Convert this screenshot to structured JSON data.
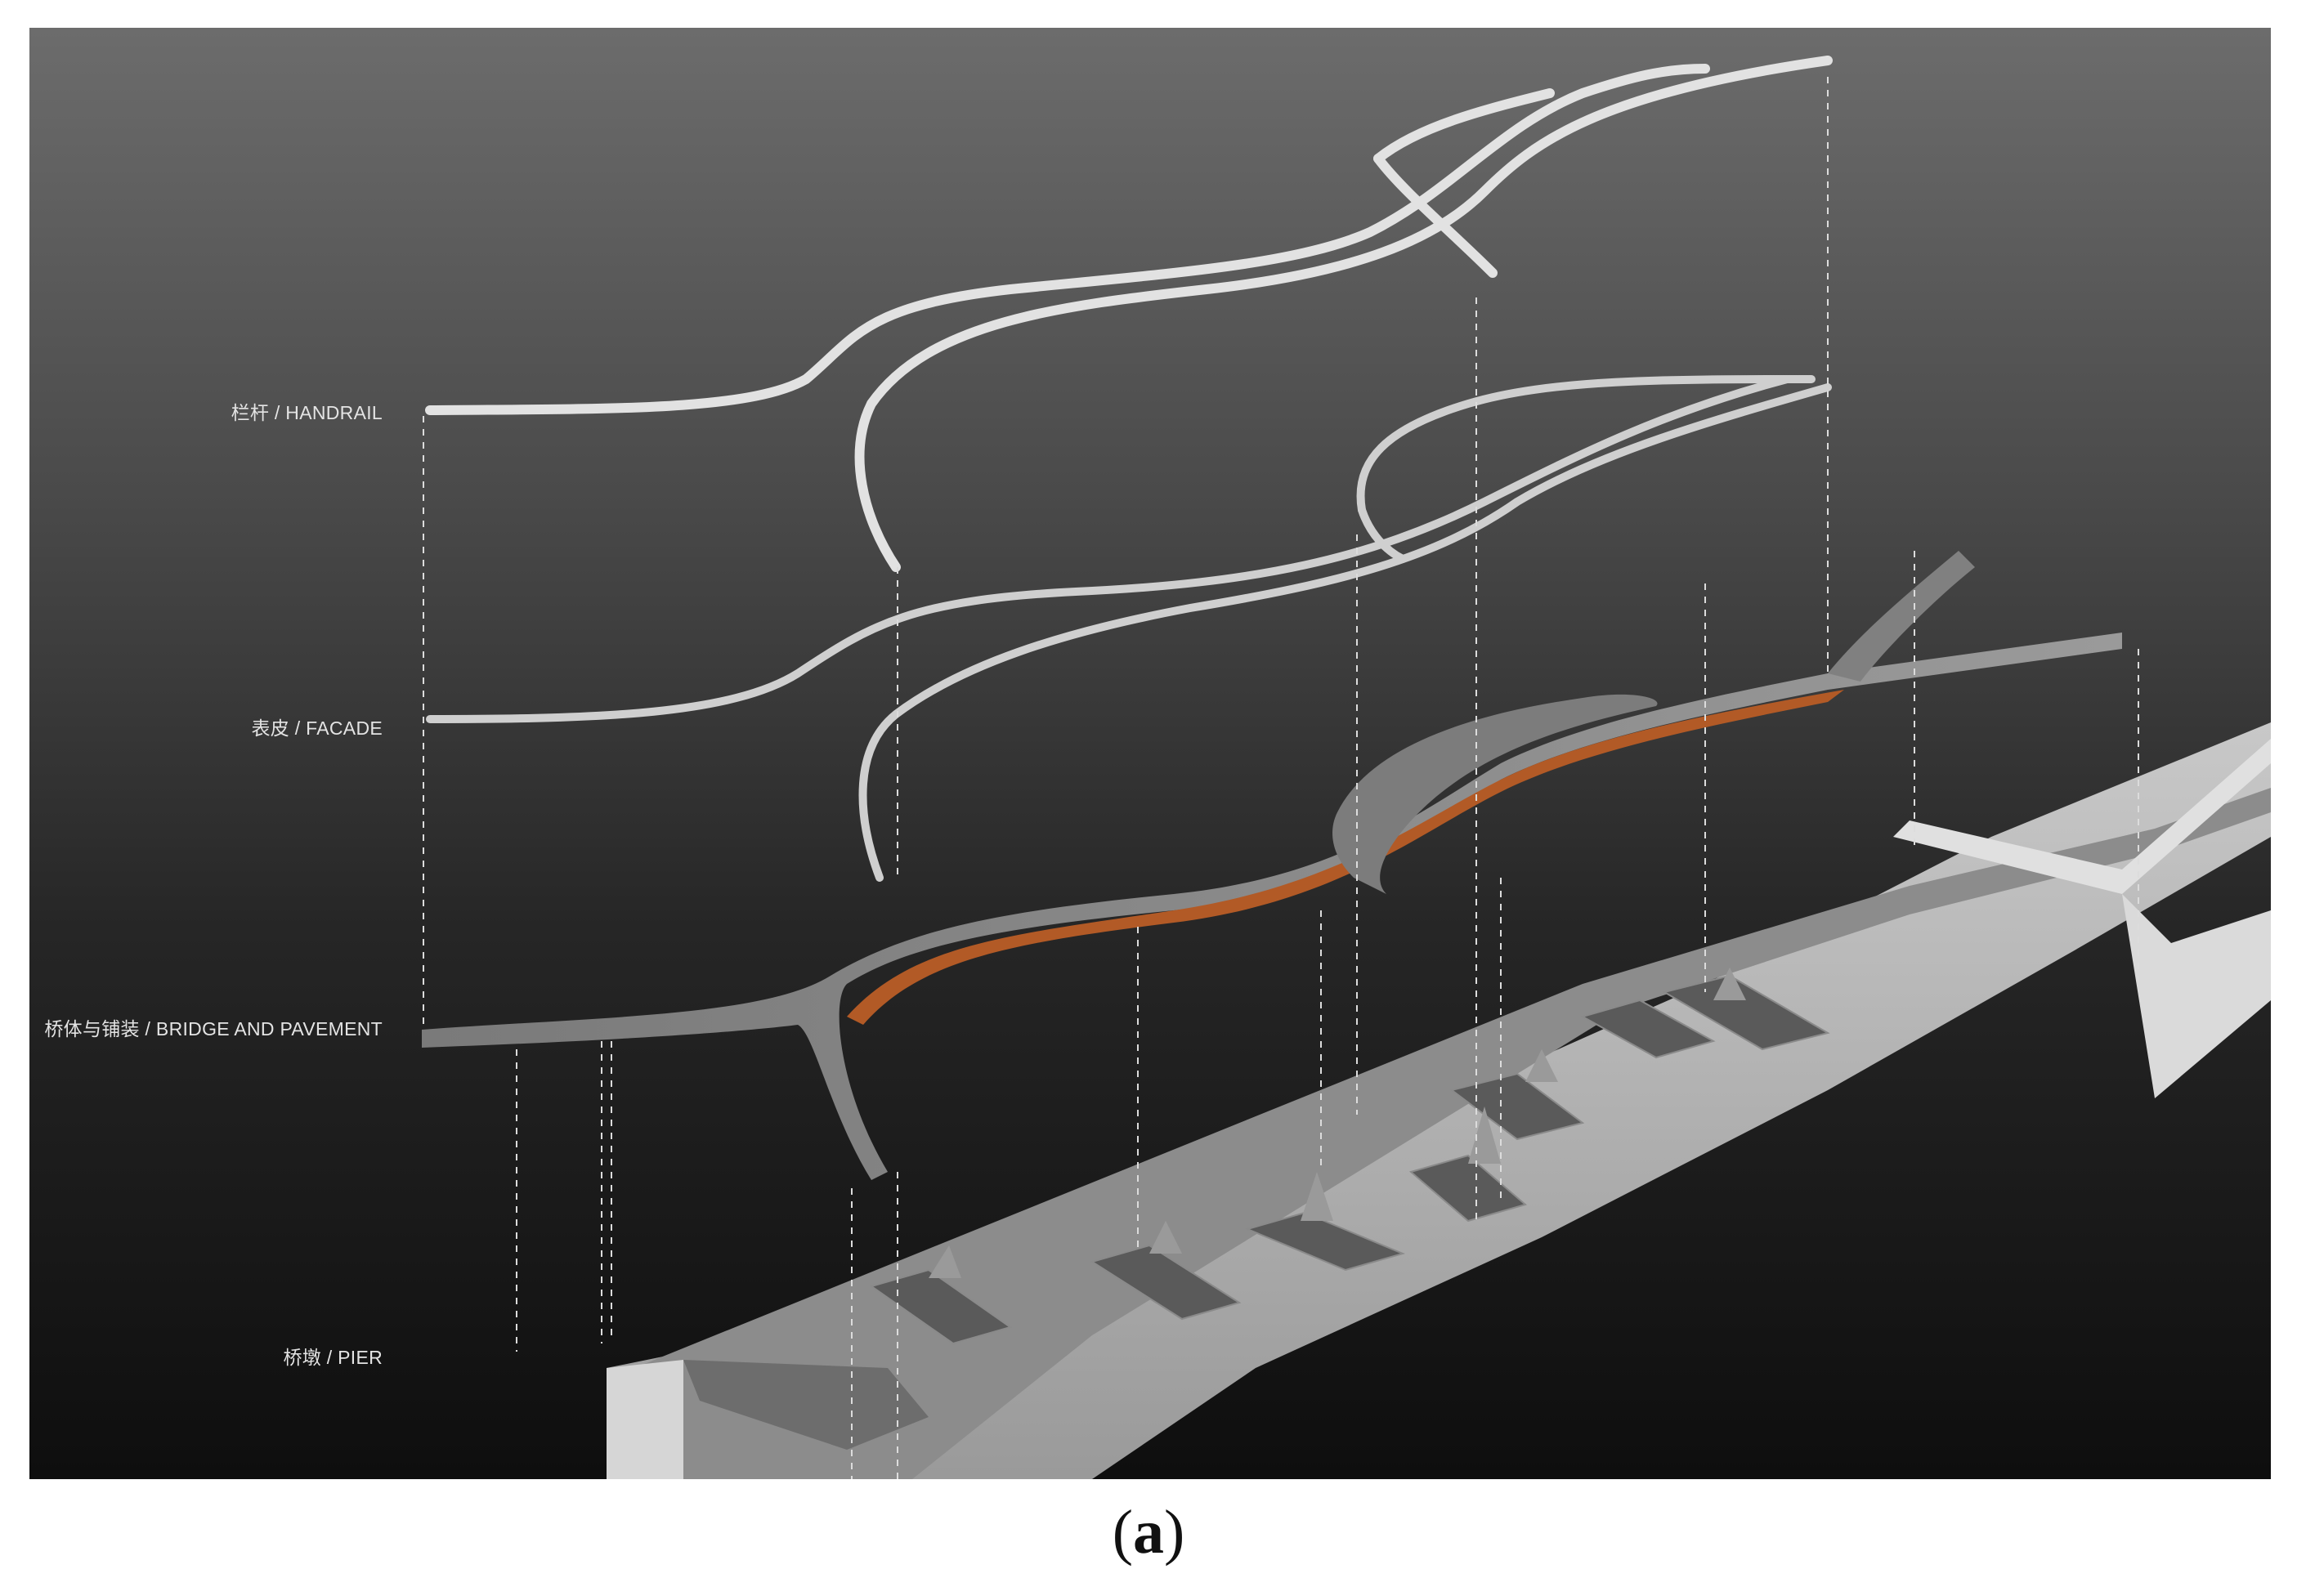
{
  "diagram": {
    "layers": [
      {
        "id": "handrail",
        "label": "栏杆 / HANDRAIL"
      },
      {
        "id": "facade",
        "label": "表皮 / FACADE"
      },
      {
        "id": "bridge",
        "label": "桥体与铺装 / BRIDGE AND PAVEMENT"
      },
      {
        "id": "pier",
        "label": "桥墩 / PIER"
      }
    ],
    "colors": {
      "background_top": "#6c6c6c",
      "background_bottom": "#0e0e0e",
      "ribbon": "#d8d8d8",
      "pavement": "#b25a26",
      "deck": "#8a8a8a",
      "ground": "#bdbdbd",
      "guide_line": "#dcdcdc"
    }
  },
  "caption": {
    "open": "(",
    "letter": "a",
    "close": ")"
  }
}
